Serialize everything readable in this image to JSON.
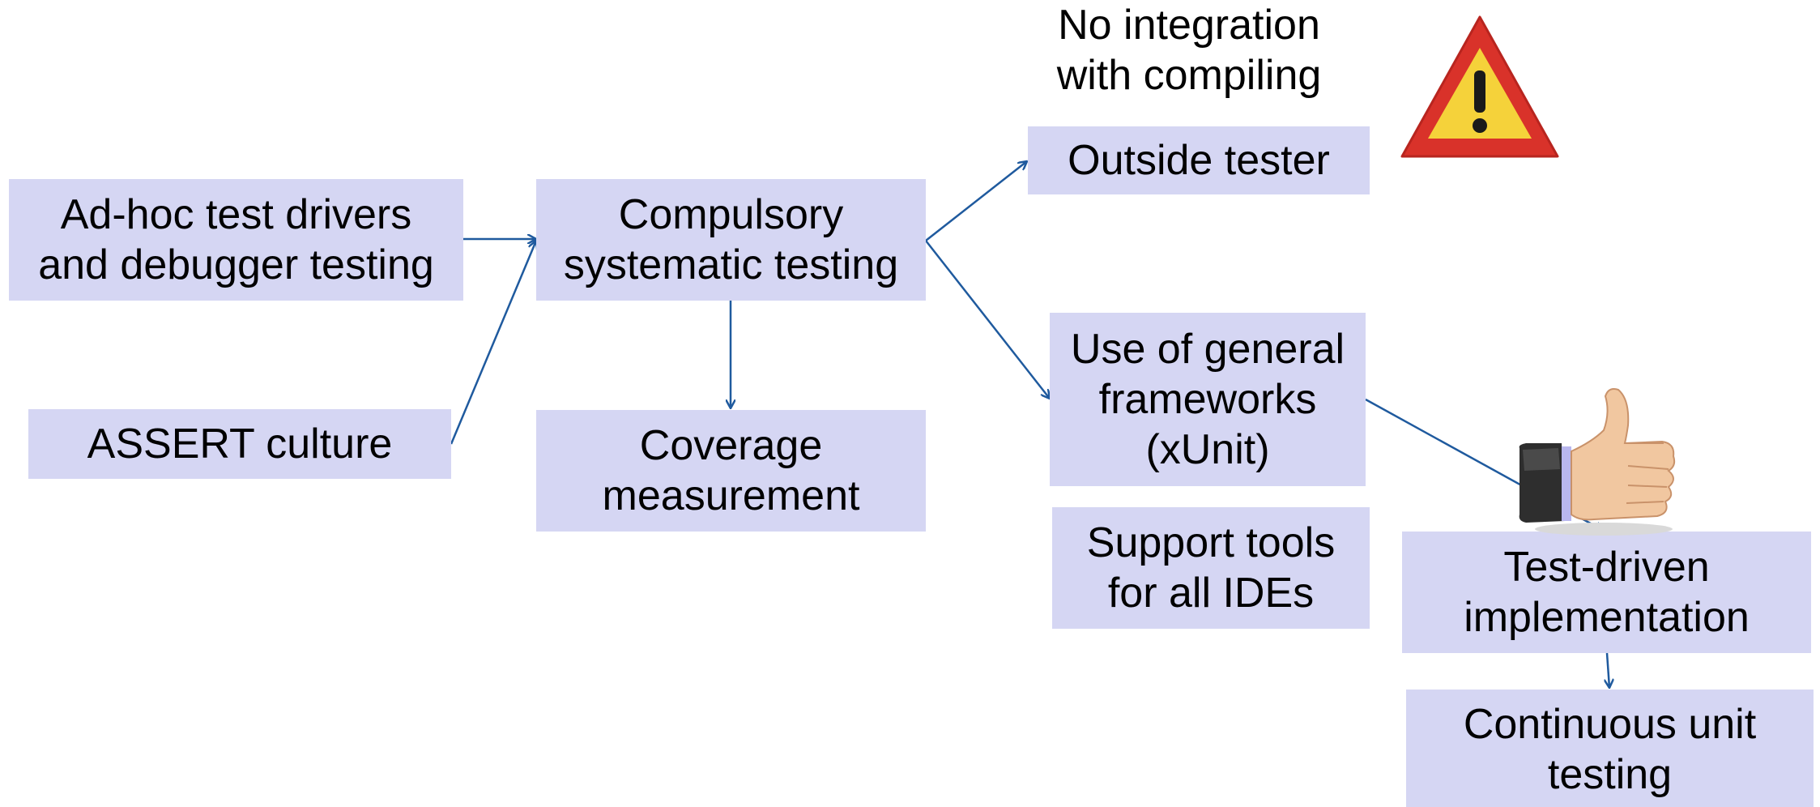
{
  "colors": {
    "box_fill": "#d5d6f3",
    "arrow": "#1f5a9e",
    "warning_red": "#d9322a",
    "warning_yellow": "#f5d23a"
  },
  "nodes": {
    "adhoc": {
      "lines": [
        "Ad-hoc test drivers",
        "and debugger testing"
      ]
    },
    "assert": {
      "lines": [
        "ASSERT culture"
      ]
    },
    "compulsory": {
      "lines": [
        "Compulsory",
        "systematic testing"
      ]
    },
    "coverage": {
      "lines": [
        "Coverage",
        "measurement"
      ]
    },
    "outside": {
      "lines": [
        "Outside tester"
      ]
    },
    "frameworks": {
      "lines": [
        "Use of general",
        "frameworks",
        "(xUnit)"
      ]
    },
    "support": {
      "lines": [
        "Support tools",
        "for all IDEs"
      ]
    },
    "tdd": {
      "lines": [
        "Test-driven",
        "implementation"
      ]
    },
    "continuous": {
      "lines": [
        "Continuous unit",
        "testing"
      ]
    }
  },
  "annotations": {
    "no_integration": {
      "lines": [
        "No integration",
        "with compiling"
      ]
    }
  },
  "icons": {
    "warning": "warning-triangle-icon",
    "thumbs_up": "thumbs-up-icon"
  }
}
